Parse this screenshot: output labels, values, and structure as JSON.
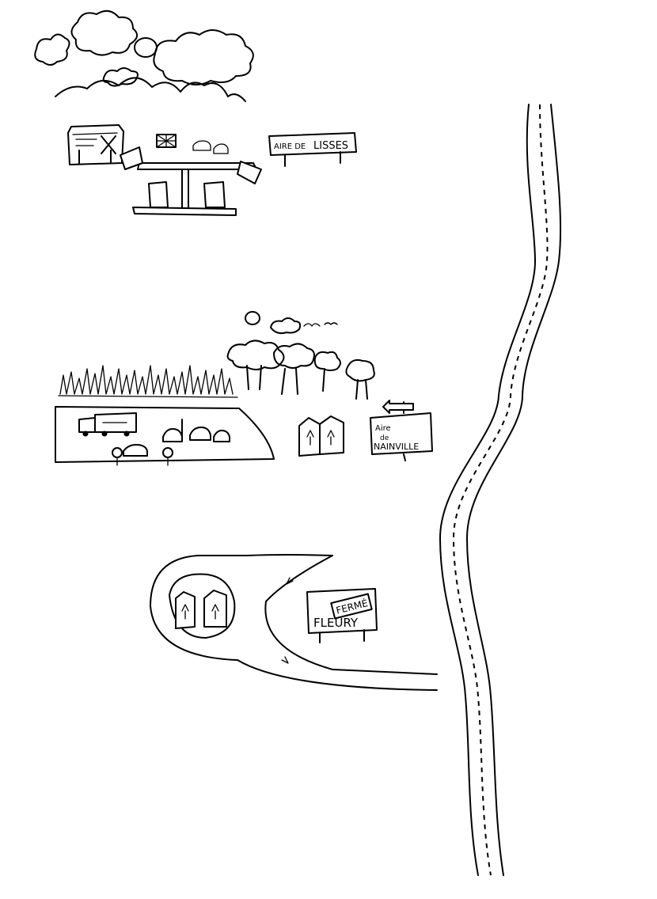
{
  "map": {
    "colors": {
      "ink": "#000000",
      "paper": "#ffffff"
    },
    "signs": {
      "lisses": {
        "line1": "AIRE DE",
        "line2": "LISSES"
      },
      "nainville": {
        "line1": "Aire",
        "line2": "de",
        "line3": "NAINVILLE"
      },
      "fleury": {
        "name": "FLEURY",
        "stamp": "FERMÉ"
      }
    },
    "icons": [
      "cloud-icon",
      "sun-icon",
      "mountain-icon",
      "fuel-pump-icon",
      "restaurant-icon",
      "tree-icon",
      "grass-icon",
      "toilet-icon",
      "parking-icon",
      "car-icon",
      "truck-icon",
      "arrow-icon",
      "road-icon"
    ]
  }
}
